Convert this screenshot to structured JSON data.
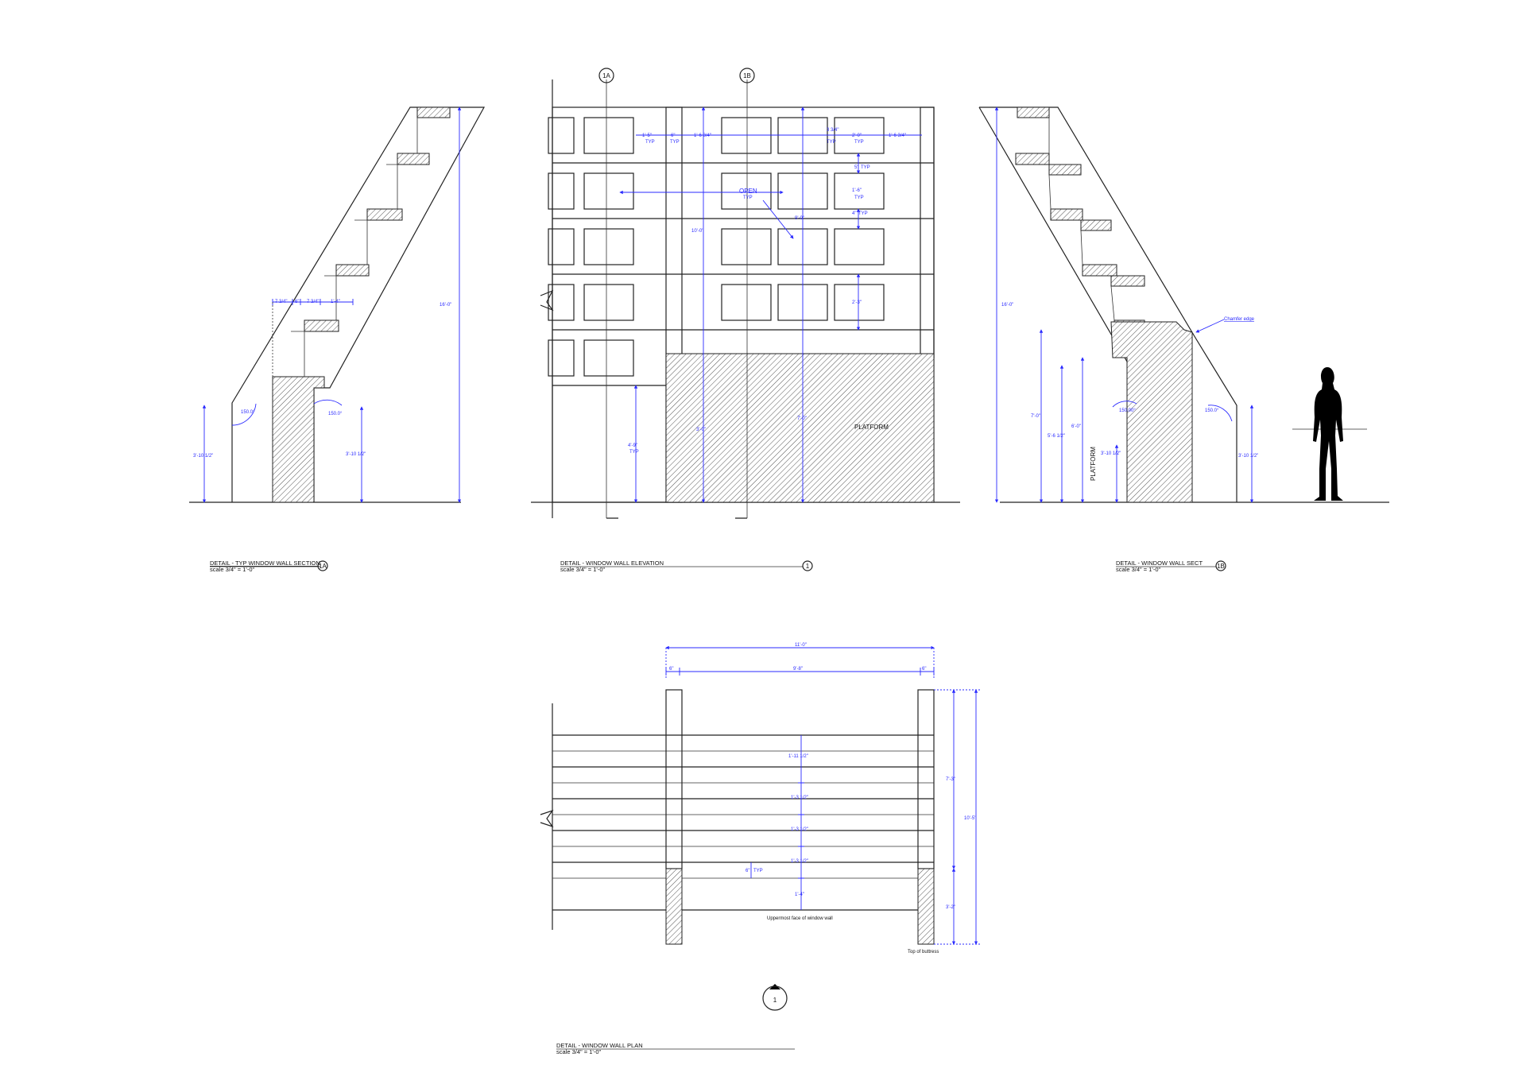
{
  "grid_markers": {
    "a": "1A",
    "b": "1B"
  },
  "section_1a": {
    "dims": {
      "height": "16'-0\"",
      "left_h": "3'-10 1/2\"",
      "inner_h": "3'-10 1/2\"",
      "angle": "150.0°",
      "d1": "7 3/4\"",
      "d2": "6\"",
      "d3": "7 3/4\"",
      "d4": "1'-4\""
    },
    "title": "DETAIL - TYP WINDOW WALL SECTION",
    "scale": "scale 3/4\" = 1'-0\"",
    "tag": "1A"
  },
  "elevation": {
    "dims": {
      "open": "OPEN",
      "open_typ": "TYP",
      "w1": "1'-5\"",
      "w1_typ": "TYP",
      "w2": "6\"",
      "w2_typ": "TYP",
      "w3": "1'-6 3/4\"",
      "w4": "3 3/4\"",
      "w4_typ": "TYP",
      "w5": "2'-0\"",
      "w5_typ": "TYP",
      "w6": "1'-6 3/4\"",
      "v1": "5\"",
      "v1_typ": "TYP",
      "v2": "1'-6\"",
      "v2_typ": "TYP",
      "v3": "4\"",
      "v3_typ": "TYP",
      "h10": "10'-0\"",
      "w9": "9'-0\"",
      "h23": "2'-3\"",
      "h49": "4'-9\"",
      "h49_typ": "TYP",
      "h3": "3'-0\"",
      "h7": "7'-0\""
    },
    "platform": "PLATFORM",
    "title": "DETAIL - WINDOW WALL ELEVATION",
    "scale": "scale 3/4\" = 1'-0\"",
    "tag": "1"
  },
  "section_1b": {
    "dims": {
      "height": "16'-0\"",
      "h7": "7'-0\"",
      "h56": "5'-6 1/2\"",
      "h6": "6'-0\"",
      "a1": "150.00°",
      "h3105": "3'-10 1/2\"",
      "a2": "150.0°",
      "right_h": "3'-10 1/2\""
    },
    "chamfer": "Chamfer edge",
    "platform": "PLATFORM",
    "title": "DETAIL - WINDOW WALL SECT",
    "scale": "scale 3/4\" = 1'-0\"",
    "tag": "1B"
  },
  "plan": {
    "dims": {
      "w11": "11'-0\"",
      "w6a": "6\"",
      "w98": "9'-8\"",
      "w6b": "6\"",
      "r1": "1'-11 1/2\"",
      "r2": "1'-3 1/2\"",
      "r3": "1'-3 1/2\"",
      "r4": "1'-3 1/2\"",
      "r5": "1'-4\"",
      "typ6": "6\"",
      "typ6_typ": "TYP",
      "h73": "7'-3\"",
      "h32": "3'-2\"",
      "h105": "10'-5\""
    },
    "note1": "Uppermost face of window wall",
    "note2": "Top of buttress",
    "marker": "1",
    "title": "DETAIL - WINDOW WALL PLAN",
    "scale": "scale 3/4\" = 1'-0\""
  }
}
